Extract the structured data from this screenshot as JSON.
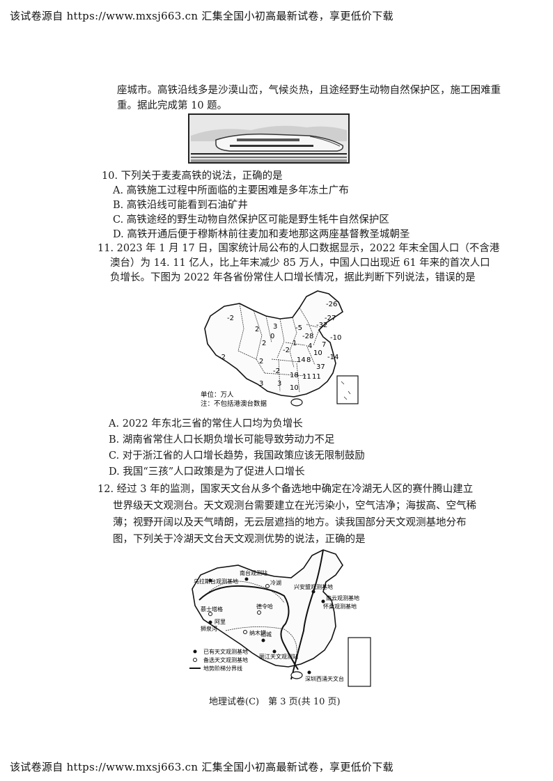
{
  "banner": {
    "top": "该试卷源自 https://www.mxsj663.cn 汇集全国小初高最新试卷，享更低价下载",
    "bottom": "该试卷源自 https://www.mxsj663.cn 汇集全国小初高最新试卷，享更低价下载"
  },
  "intro": {
    "line1": "座城市。高铁沿线多是沙漠山峦，气候炎热，且途经野生动物自然保护区，施工困难重",
    "line2": "重。据此完成第 10 题。"
  },
  "q10": {
    "stem": "10. 下列关于麦麦高铁的说法，正确的是",
    "options": [
      "A. 高铁施工过程中所面临的主要困难是多年冻土广布",
      "B. 高铁沿线可能看到石油矿井",
      "C. 高铁途经的野生动物自然保护区可能是野生牦牛自然保护区",
      "D. 高铁开通后便于穆斯林前往麦加和麦地那这两座基督教圣城朝圣"
    ]
  },
  "q11": {
    "stem_lines": [
      "11. 2023 年 1 月 17 日，国家统计局公布的人口数据显示，2022 年末全国人口（不含港",
      "澳台）为 14. 11 亿人，比上年末减少 85 万人，中国人口出现近 61 年来的首次人口",
      "负增长。下图为 2022 年各省份常住人口增长情况，据此判断下列说法，错误的是"
    ],
    "map": {
      "unit": "单位：万人",
      "note": "注：不包括港澳台数据",
      "values": [
        "-2",
        "-26",
        "-27",
        "-32",
        "-10",
        "-5",
        "-28",
        "-14",
        "-2",
        "2",
        "2",
        "1",
        "4",
        "14",
        "10",
        "11",
        "8",
        "37",
        "2",
        "18",
        "11",
        "3",
        "10",
        "3",
        "-2",
        "-2",
        "3",
        "7",
        "0"
      ]
    },
    "options": [
      "A. 2022 年东北三省的常住人口均为负增长",
      "B. 湖南省常住人口长期负增长可能导致劳动力不足",
      "C. 对于浙江省的人口增长趋势，我国政策应该无限制鼓励",
      "D. 我国“三孩”人口政策是为了促进人口增长"
    ]
  },
  "q12": {
    "stem_lines": [
      "12. 经过 3 年的监测，国家天文台从多个备选地中确定在冷湖无人区的赛什腾山建立",
      "世界级天文观测台。天文观测台需要建立在光污染小，空气洁净；海拔高、空气稀",
      "薄；视野开阔以及天气晴朗，无云层遮挡的地方。读我国部分天文观测基地分布",
      "图，下列关于冷湖天文台天文观测优势的说法，正确的是"
    ],
    "map": {
      "sites": [
        "乌拉斯台观测基地",
        "南台观测站",
        "冷湖",
        "兴安盟观测基地",
        "南云观测基地",
        "怀柔观测基地",
        "慕士塔格",
        "阿里",
        "狮泉河",
        "德令哈",
        "纳木错",
        "稻城",
        "丽江天文观测站",
        "深圳西涌天文台"
      ],
      "legend": [
        "已有天文观测基地",
        "备选天文观测基地",
        "地势阶梯分界线"
      ]
    }
  },
  "footer": "地理试卷(C)　第 3 页(共 10 页)"
}
